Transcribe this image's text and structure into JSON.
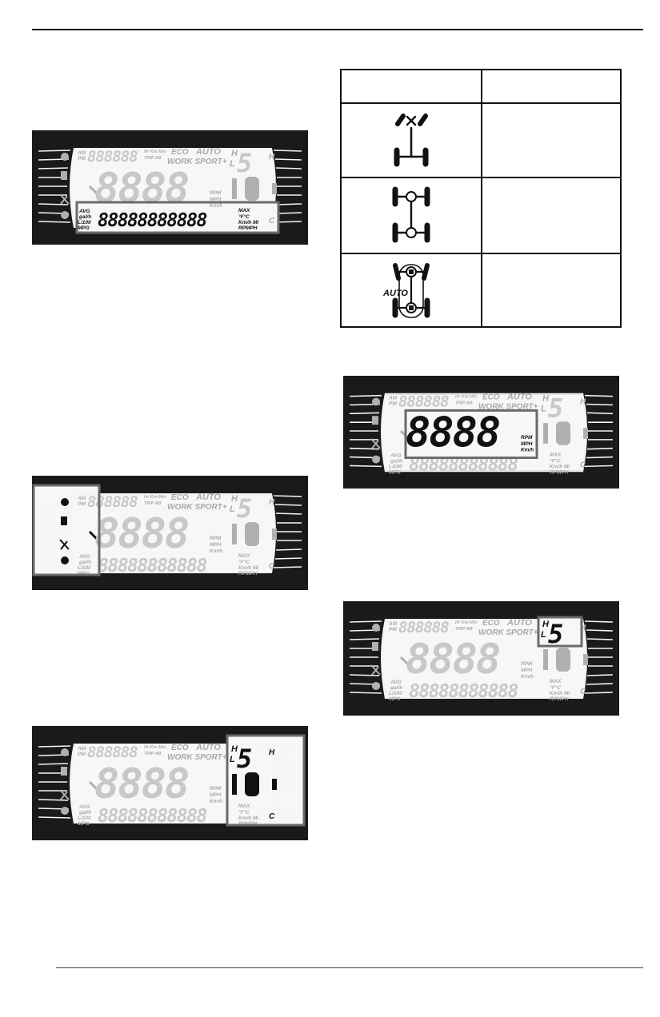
{
  "lcd": {
    "ampm_am": "AM",
    "ampm_pm": "PM",
    "clock_digits": "888888",
    "units_hr_km_min": "Hr Km Min",
    "units_trip": "TRIP AB",
    "eco_label": "ECO",
    "auto_label": "AUTO",
    "work_sport_label": "WORK SPORT+",
    "gear_h": "H",
    "gear_l": "L",
    "gear_digit": "5",
    "speed_digits": "8888",
    "rpm_label": "RPM",
    "mph_label": "MPH",
    "kmh_label": "Km/h",
    "avg_label": "AVG",
    "galh_label": "gal/h",
    "l100_label": "L/100",
    "mpg_label": "MPG",
    "bottom_digits": "88888888888",
    "max_label": "MAX",
    "temp_units_label": "°F°C",
    "kmh_mi_label": "Km/h Mi",
    "rpmph_label": "RPMPH",
    "temp_h": "H",
    "temp_c": "C",
    "awd_auto_label": "AUTO"
  },
  "mode_table": {
    "header_col1": "",
    "header_col2": "",
    "rows": [
      {
        "icon": "2wd-icon",
        "description": ""
      },
      {
        "icon": "4wd-icon",
        "description": ""
      },
      {
        "icon": "4wd-auto-lock-icon",
        "description": "",
        "auto_label": "AUTO"
      }
    ]
  },
  "highlights": {
    "panel1": "bottom-digit-display",
    "panel2": "left-indicator-column",
    "panel3": "right-gear-drive-temp",
    "panel4": "center-speed-display",
    "panel5": "gear-position-display"
  }
}
